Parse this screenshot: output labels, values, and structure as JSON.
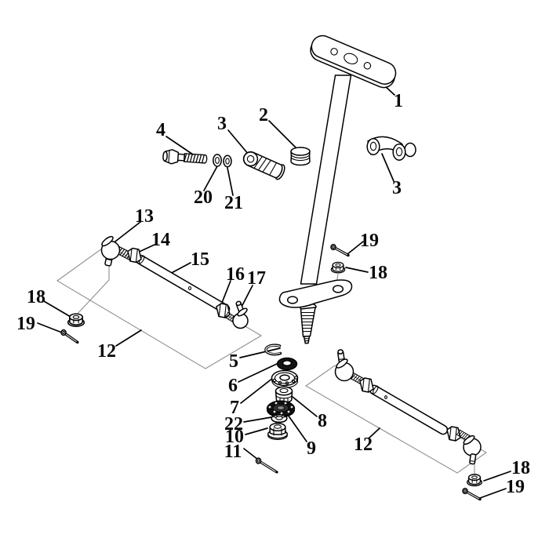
{
  "figure": {
    "kind": "exploded-parts-diagram",
    "background_color": "#ffffff",
    "line_color": "#000000",
    "reference_line_color": "#8f8f8f"
  },
  "callouts": [
    {
      "label": "1",
      "part": "steering-shaft"
    },
    {
      "label": "2",
      "part": "shaft-bushing"
    },
    {
      "label": "3",
      "part": "clamp-left"
    },
    {
      "label": "4",
      "part": "clamp-bolt"
    },
    {
      "label": "20",
      "part": "lock-washer"
    },
    {
      "label": "21",
      "part": "flat-washer"
    },
    {
      "label": "3",
      "part": "clamp-right"
    },
    {
      "label": "13",
      "part": "tie-rod-end-left"
    },
    {
      "label": "14",
      "part": "tie-rod-nut-left"
    },
    {
      "label": "15",
      "part": "tie-rod-left"
    },
    {
      "label": "16",
      "part": "tie-rod-nut-inner"
    },
    {
      "label": "17",
      "part": "tie-rod-end-inner"
    },
    {
      "label": "18",
      "part": "castle-nut-left"
    },
    {
      "label": "19",
      "part": "cotter-pin-left"
    },
    {
      "label": "12",
      "part": "tie-rod-assembly-left"
    },
    {
      "label": "19",
      "part": "cotter-pin-upper-right"
    },
    {
      "label": "18",
      "part": "castle-nut-upper-right"
    },
    {
      "label": "5",
      "part": "snap-ring"
    },
    {
      "label": "6",
      "part": "dust-seal"
    },
    {
      "label": "7",
      "part": "bearing-race"
    },
    {
      "label": "22",
      "part": "washer-cup"
    },
    {
      "label": "10",
      "part": "stem-nut"
    },
    {
      "label": "11",
      "part": "cotter-pin-stem"
    },
    {
      "label": "8",
      "part": "stem-bushing"
    },
    {
      "label": "9",
      "part": "bearing-plate"
    },
    {
      "label": "12",
      "part": "tie-rod-assembly-right"
    },
    {
      "label": "18",
      "part": "castle-nut-lower-right"
    },
    {
      "label": "19",
      "part": "cotter-pin-lower-right"
    }
  ]
}
